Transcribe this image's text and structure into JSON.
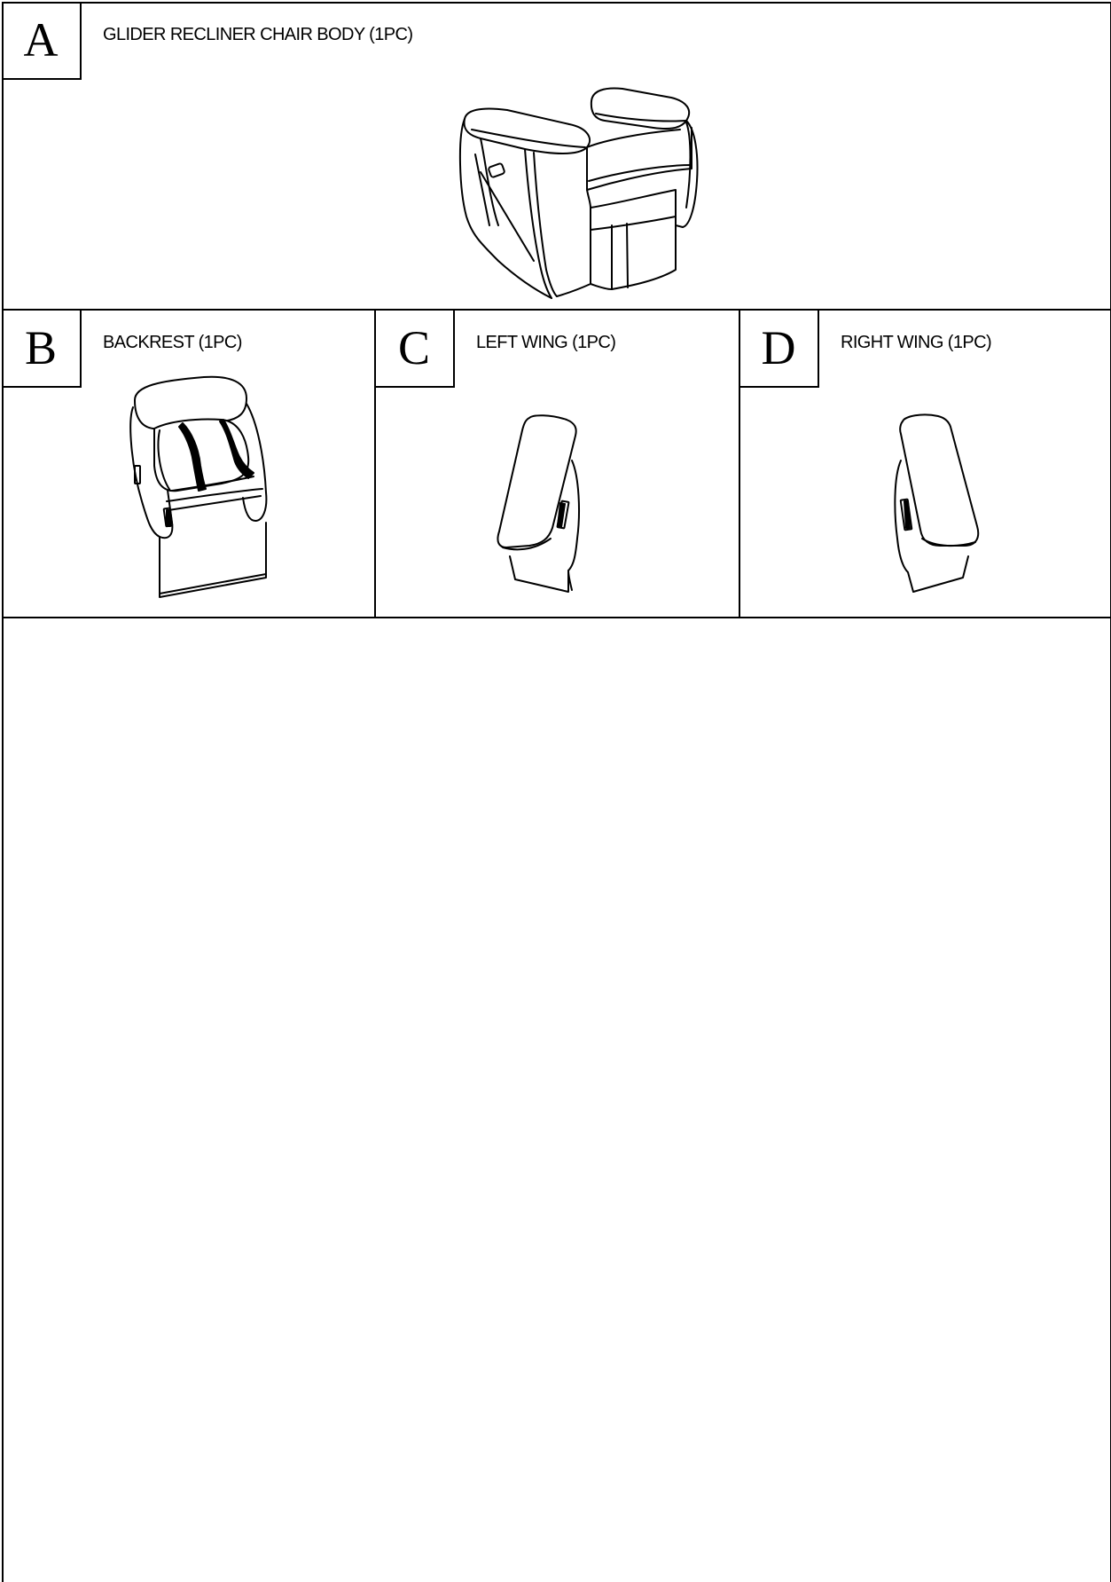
{
  "parts": [
    {
      "letter": "A",
      "label": "GLIDER RECLINER CHAIR BODY (1PC)",
      "icon": "recliner-chair-body-drawing"
    },
    {
      "letter": "B",
      "label": "BACKREST (1PC)",
      "icon": "backrest-drawing"
    },
    {
      "letter": "C",
      "label": "LEFT WING (1PC)",
      "icon": "left-wing-drawing"
    },
    {
      "letter": "D",
      "label": "RIGHT WING (1PC)",
      "icon": "right-wing-drawing"
    }
  ]
}
